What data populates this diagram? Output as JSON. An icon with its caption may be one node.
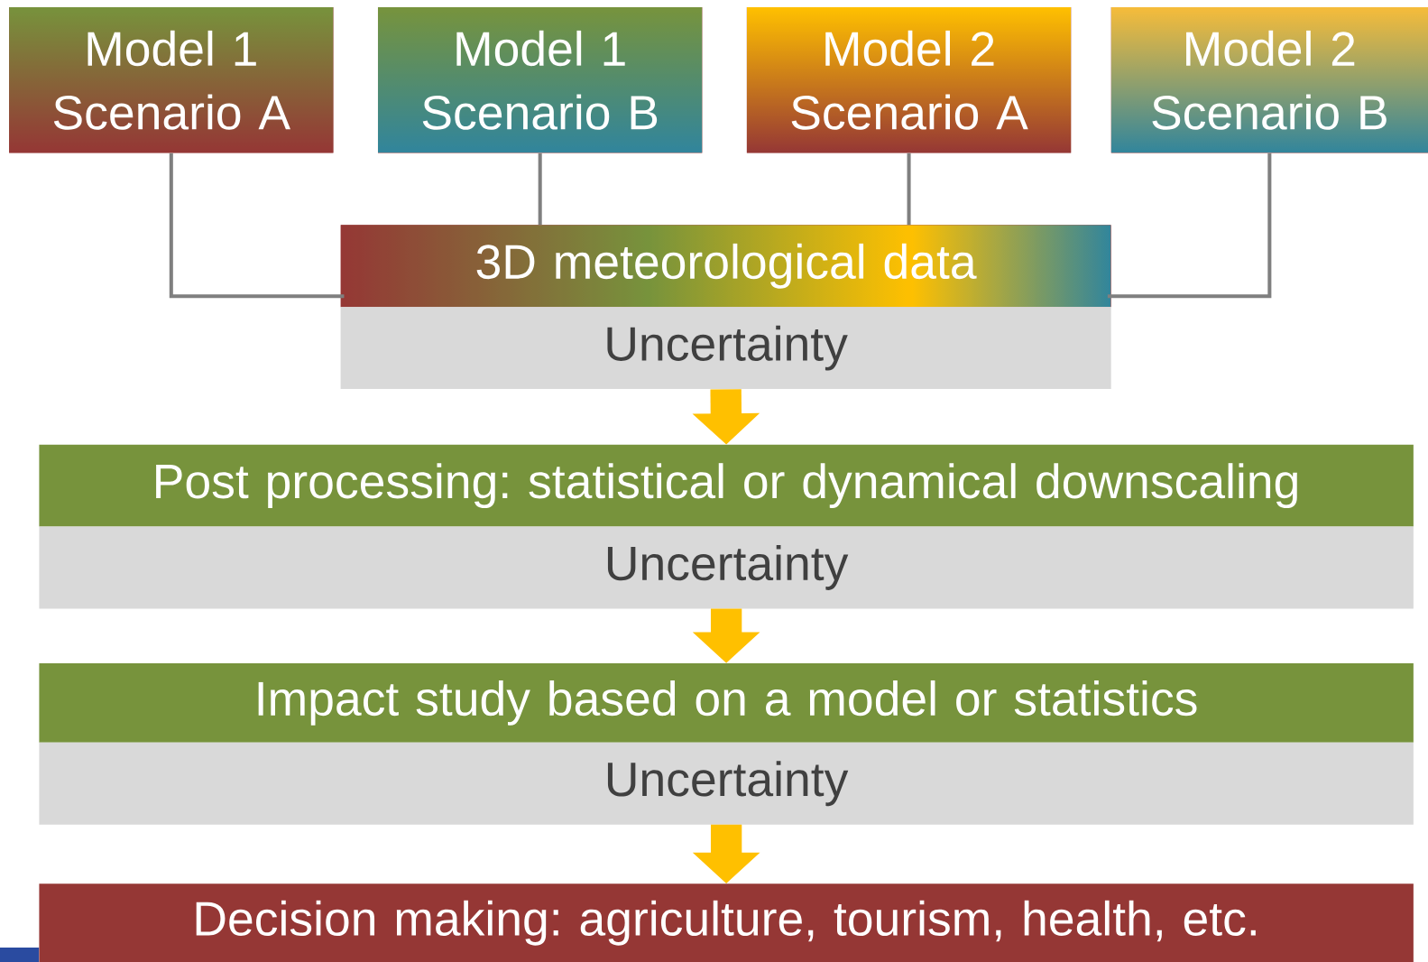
{
  "diagram": {
    "nodes": [
      {
        "text": [
          "Model 1 Scenario A"
        ]
      },
      {
        "text": [
          "Model 1 Scenario B"
        ]
      },
      {
        "text": [
          "Model 2 Scenario A"
        ]
      },
      {
        "text": [
          "Model 2 Scenario B"
        ]
      },
      {
        "text": [
          "3D meteorological data"
        ]
      },
      {
        "text": [
          "Uncertainty"
        ]
      },
      {
        "text": [
          "Post processing: statistical or dynamical downscaling"
        ]
      },
      {
        "text": [
          "Uncertainty"
        ]
      },
      {
        "text": [
          "Impact study based on a model or statistics"
        ]
      },
      {
        "text": [
          "Uncertainty"
        ]
      },
      {
        "text": [
          "Decision making: agriculture, tourism, health, etc."
        ]
      }
    ],
    "edges": [
      {
        "from": 0,
        "to": 4,
        "arrow": "none"
      },
      {
        "from": 1,
        "to": 4,
        "arrow": "none"
      },
      {
        "from": 2,
        "to": 4,
        "arrow": "none"
      },
      {
        "from": 3,
        "to": 4,
        "arrow": "none"
      },
      {
        "from": 5,
        "to": 6,
        "arrow": "to",
        "style": "thick",
        "color": "#ffc000"
      },
      {
        "from": 7,
        "to": 8,
        "arrow": "to",
        "style": "thick",
        "color": "#ffc000"
      },
      {
        "from": 9,
        "to": 10,
        "arrow": "to",
        "style": "thick",
        "color": "#ffc000"
      }
    ]
  }
}
